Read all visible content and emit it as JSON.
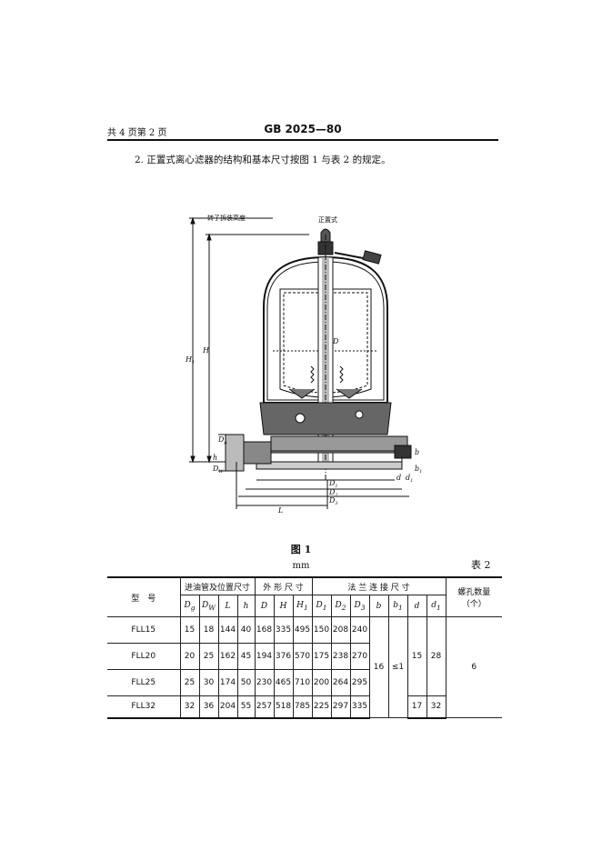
{
  "header": {
    "page_info": "共 4 页第 2 页",
    "standard_no": "GB 2025—80"
  },
  "paragraph": "2. 正置式离心滤器的结构和基本尺寸按图 1 与表 2 的规定。",
  "figure": {
    "caption": "图 1",
    "labels": {
      "rotor_removal": "转子拆装高度",
      "upright": "正置式",
      "H1": "H",
      "H1_sub": "1",
      "H": "H",
      "D": "D",
      "Dg": "D",
      "Dg_sub": "g",
      "DW": "D",
      "DW_sub": "W",
      "h": "h",
      "b": "b",
      "b1": "b",
      "b1_sub": "1",
      "d": "d",
      "d1": "d",
      "d1_sub": "1",
      "D1": "D",
      "D1_sub": "1",
      "D2": "D",
      "D2_sub": "2",
      "D3": "D",
      "D3_sub": "3",
      "L": "L"
    }
  },
  "table": {
    "unit": "mm",
    "number": "表 2",
    "headers": {
      "model": "型　号",
      "inlet": "进油管及位置尺寸",
      "outer": "外 形 尺 寸",
      "flange": "法 兰 连 接 尺 寸",
      "bolts": "螺孔数量",
      "bolts_unit": "（个）"
    },
    "cols": {
      "Dg": "D",
      "Dg_sub": "g",
      "DW": "D",
      "DW_sub": "W",
      "L": "L",
      "h": "h",
      "D": "D",
      "H": "H",
      "H1": "H",
      "H1_sub": "1",
      "D1": "D",
      "D1_sub": "1",
      "D2": "D",
      "D2_sub": "2",
      "D3": "D",
      "D3_sub": "3",
      "b": "b",
      "b1": "b",
      "b1_sub": "1",
      "d": "d",
      "d1": "d",
      "d1_sub": "1"
    },
    "rows": [
      {
        "model": "FLL15",
        "Dg": "15",
        "DW": "18",
        "L": "144",
        "h": "40",
        "D": "168",
        "H": "335",
        "H1": "495",
        "D1": "150",
        "D2": "208",
        "D3": "240"
      },
      {
        "model": "FLL20",
        "Dg": "20",
        "DW": "25",
        "L": "162",
        "h": "45",
        "D": "194",
        "H": "376",
        "H1": "570",
        "D1": "175",
        "D2": "238",
        "D3": "270"
      },
      {
        "model": "FLL25",
        "Dg": "25",
        "DW": "30",
        "L": "174",
        "h": "50",
        "D": "230",
        "H": "465",
        "H1": "710",
        "D1": "200",
        "D2": "264",
        "D3": "295"
      },
      {
        "model": "FLL32",
        "Dg": "32",
        "DW": "36",
        "L": "204",
        "h": "55",
        "D": "257",
        "H": "518",
        "H1": "785",
        "D1": "225",
        "D2": "297",
        "D3": "335"
      }
    ],
    "shared": {
      "b": "16",
      "b1": "≤1",
      "d_a": "15",
      "d1_a": "28",
      "d_b": "17",
      "d1_b": "32",
      "bolts": "6"
    }
  }
}
